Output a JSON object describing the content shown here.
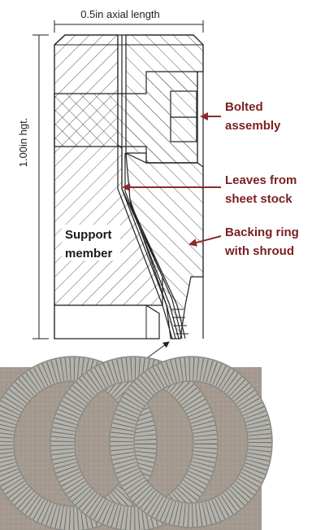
{
  "dimensions": {
    "axial_length": "0.5in axial length",
    "height": "1.00in hgt."
  },
  "labels": {
    "bolted_line1": "Bolted",
    "bolted_line2": "assembly",
    "leaves_line1": "Leaves from",
    "leaves_line2": "sheet stock",
    "backing_line1": "Backing ring",
    "backing_line2": "with shroud",
    "support_line1": "Support",
    "support_line2": "member"
  },
  "colors": {
    "label_color": "#7a1f1f",
    "arrow_color": "#8b2a2a",
    "section_line": "#222222",
    "photo_background": "#a59a90",
    "leaf_metal": "#b3b2ab"
  },
  "photo": {
    "subject": "three-leaf-seal-rings",
    "ring_count": 3
  }
}
